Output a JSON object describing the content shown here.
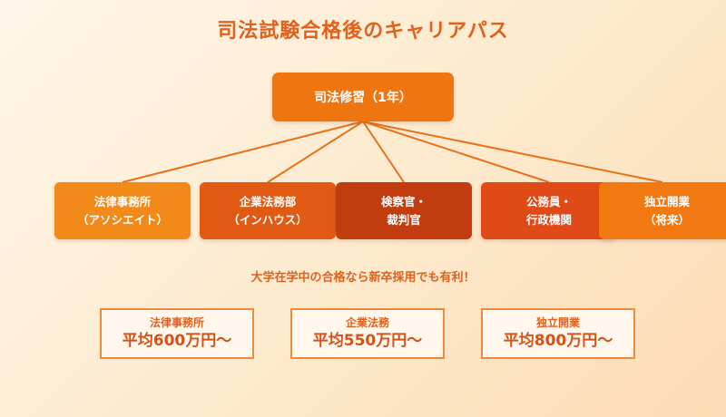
{
  "title": "司法試験合格後のキャリアパス",
  "root": {
    "label": "司法修習（1年）"
  },
  "careers": [
    {
      "line1": "法律事務所",
      "line2": "（アソシエイト）",
      "color": "#f28a1a"
    },
    {
      "line1": "企業法務部",
      "line2": "（インハウス）",
      "color": "#e05a14"
    },
    {
      "line1": "検察官・",
      "line2": "裁判官",
      "color": "#c13d10"
    },
    {
      "line1": "公務員・",
      "line2": "行政機関",
      "color": "#df4a17"
    },
    {
      "line1": "独立開業",
      "line2": "（将来）",
      "color": "#f27812"
    }
  ],
  "subtitle": "大学在学中の合格なら新卒採用でも有利！",
  "salaries": [
    {
      "label": "法律事務所",
      "amount": "平均600万円〜"
    },
    {
      "label": "企業法務",
      "amount": "平均550万円〜"
    },
    {
      "label": "独立開業",
      "amount": "平均800万円〜"
    }
  ],
  "colors": {
    "accent": "#e2611d",
    "root": "#ef7510",
    "line": "#e8711a"
  }
}
